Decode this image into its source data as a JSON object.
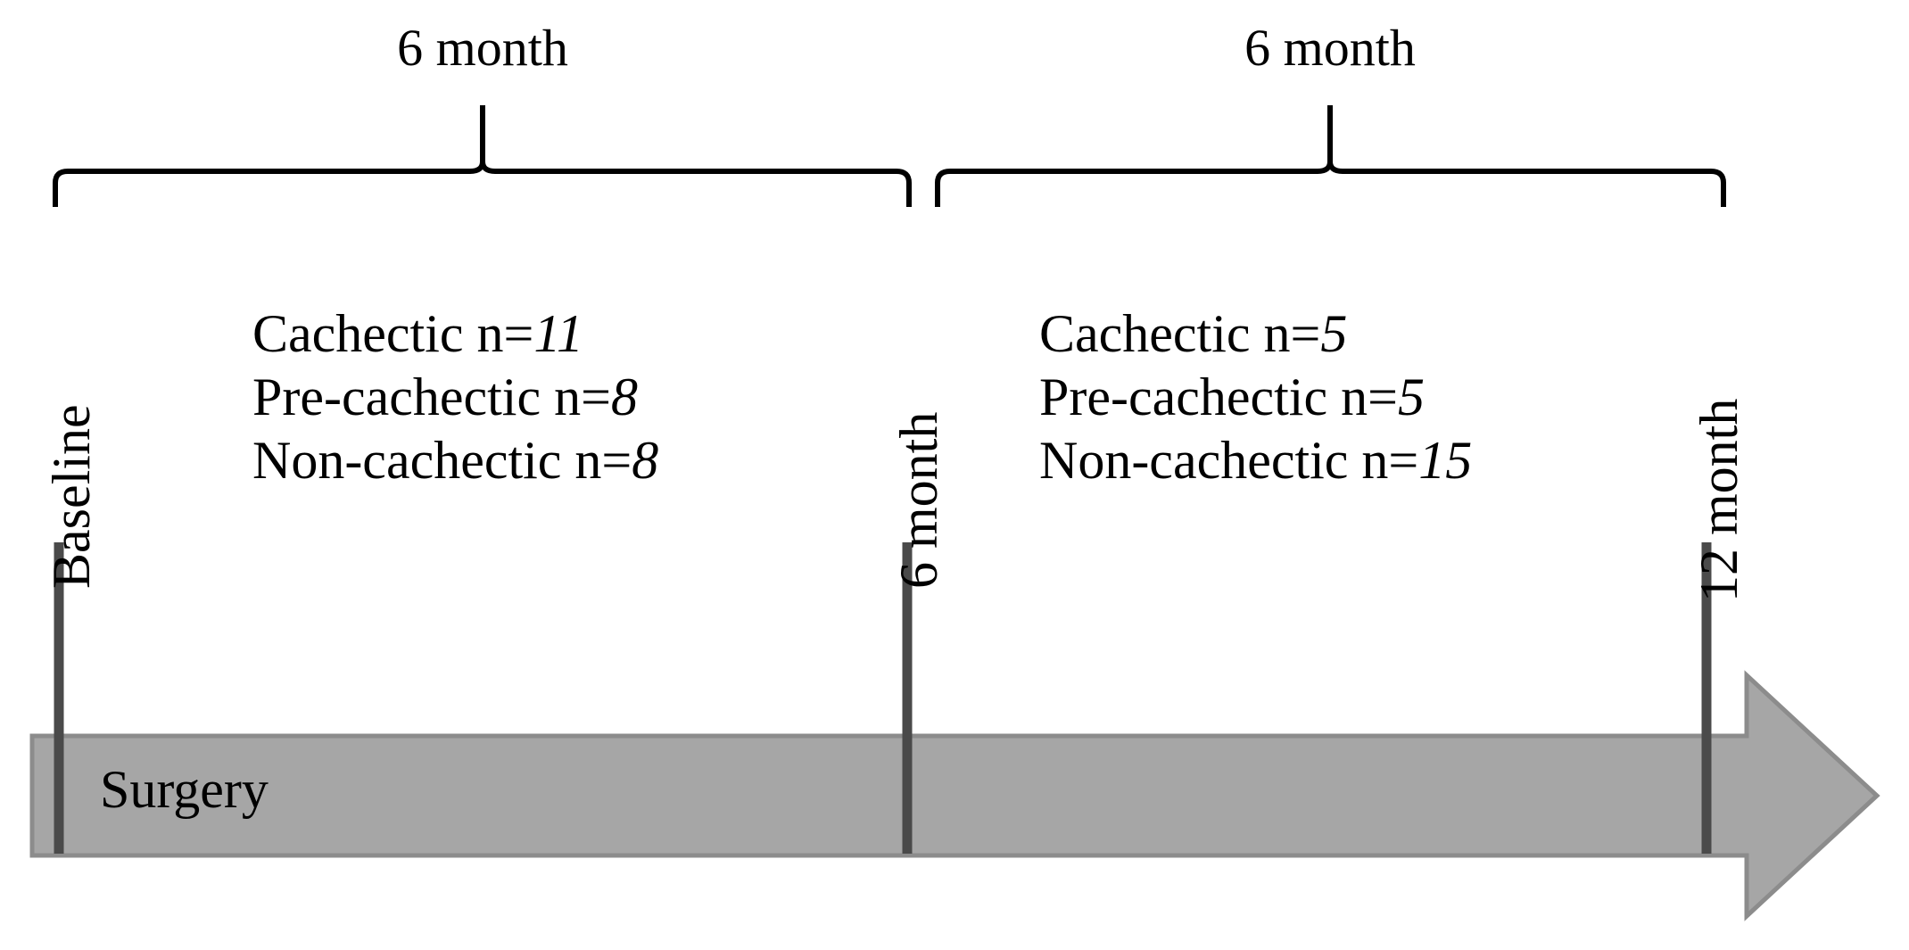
{
  "figure": {
    "type": "study-timeline",
    "background_color": "#ffffff",
    "arrow_fill": "#a6a6a6",
    "arrow_stroke": "#7f7f7f",
    "tick_color": "#4a4a4a",
    "brace_color": "#000000",
    "text_color": "#000000"
  },
  "timeline": {
    "arrow_label": "Surgery",
    "timepoints": [
      {
        "id": "baseline",
        "label": "Baseline"
      },
      {
        "id": "month6",
        "label": "6 month"
      },
      {
        "id": "month12",
        "label": "12 month"
      }
    ]
  },
  "periods": [
    {
      "id": "period-1",
      "duration_label": "6 month",
      "from": "Baseline",
      "to": "6 month",
      "groups": [
        {
          "label": "Cachectic n=",
          "n": "11"
        },
        {
          "label": "Pre-cachectic n=",
          "n": "8"
        },
        {
          "label": "Non-cachectic n=",
          "n": "8"
        }
      ]
    },
    {
      "id": "period-2",
      "duration_label": "6 month",
      "from": "6 month",
      "to": "12 month",
      "groups": [
        {
          "label": "Cachectic n=",
          "n": "5"
        },
        {
          "label": "Pre-cachectic n=",
          "n": "5"
        },
        {
          "label": "Non-cachectic n=",
          "n": "15"
        }
      ]
    }
  ]
}
